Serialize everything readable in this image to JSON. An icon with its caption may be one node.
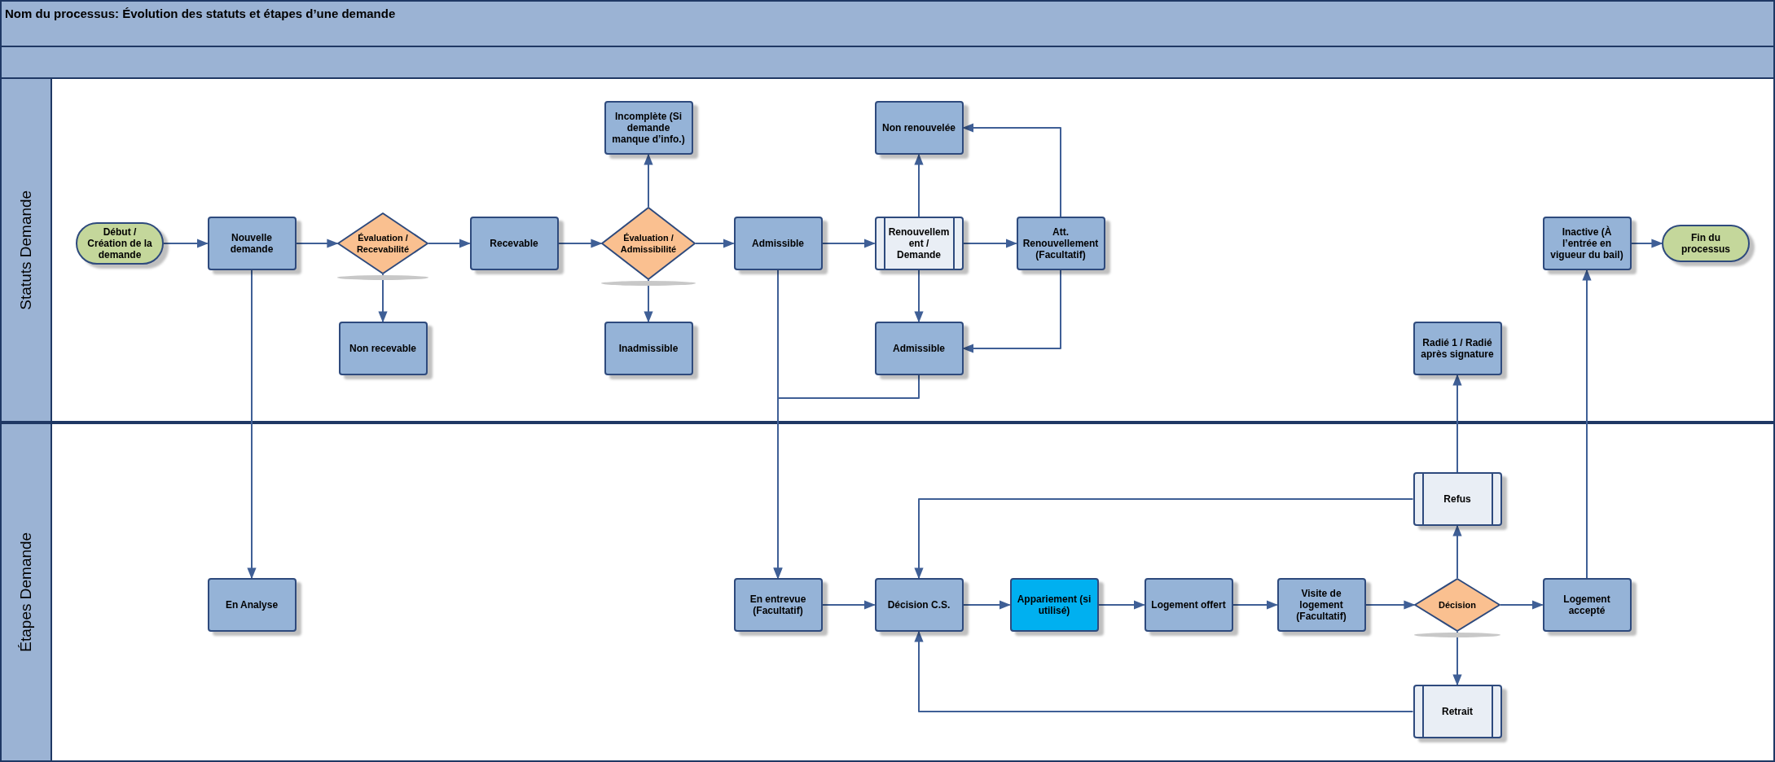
{
  "diagram": {
    "title": "Nom du processus: Évolution des statuts et étapes d’une demande",
    "nodes": [
      {
        "text": [
          "Statuts Demande"
        ]
      },
      {
        "text": [
          "Étapes Demande"
        ]
      },
      {
        "text": [
          "Début / Création de la demande"
        ],
        "in": 0
      },
      {
        "text": [
          "Nouvelle demande"
        ],
        "in": 0
      },
      {
        "text": [
          "Évaluation / Recevabilité"
        ],
        "in": 0
      },
      {
        "text": [
          "Non recevable"
        ],
        "in": 0
      },
      {
        "text": [
          "Recevable"
        ],
        "in": 0
      },
      {
        "text": [
          "Évaluation / Admissibilité"
        ],
        "in": 0
      },
      {
        "text": [
          "Incomplète (Si demande manque d’info.)"
        ],
        "in": 0
      },
      {
        "text": [
          "Inadmissible"
        ],
        "in": 0
      },
      {
        "text": [
          "Admissible"
        ],
        "in": 0
      },
      {
        "text": [
          "Renouvellement / Demande"
        ],
        "in": 0
      },
      {
        "text": [
          "Non renouvelée"
        ],
        "in": 0
      },
      {
        "text": [
          "Att. Renouvellement (Facultatif)"
        ],
        "in": 0
      },
      {
        "text": [
          "Admissible"
        ],
        "in": 0
      },
      {
        "text": [
          "Radié 1 / Radié après signature"
        ],
        "in": 0
      },
      {
        "text": [
          "Inactive (À l’entrée en vigueur du bail)"
        ],
        "in": 0
      },
      {
        "text": [
          "Fin du processus"
        ],
        "in": 0
      },
      {
        "text": [
          "En Analyse"
        ],
        "in": 1
      },
      {
        "text": [
          "En entrevue (Facultatif)"
        ],
        "in": 1
      },
      {
        "text": [
          "Décision C.S."
        ],
        "in": 1
      },
      {
        "text": [
          "Appariement (si utilisé)"
        ],
        "in": 1
      },
      {
        "text": [
          "Logement offert"
        ],
        "in": 1
      },
      {
        "text": [
          "Visite de logement (Facultatif)"
        ],
        "in": 1
      },
      {
        "text": [
          "Décision"
        ],
        "in": 1
      },
      {
        "text": [
          "Refus"
        ],
        "in": 1
      },
      {
        "text": [
          "Retrait"
        ],
        "in": 1
      },
      {
        "text": [
          "Logement accepté"
        ],
        "in": 1
      }
    ],
    "edges": [
      {
        "from": 2,
        "to": 3,
        "arrow": "to"
      },
      {
        "from": 3,
        "to": 4,
        "arrow": "to"
      },
      {
        "from": 4,
        "to": 6,
        "arrow": "to"
      },
      {
        "from": 4,
        "to": 5,
        "arrow": "to"
      },
      {
        "from": 6,
        "to": 7,
        "arrow": "to"
      },
      {
        "from": 7,
        "to": 8,
        "arrow": "to"
      },
      {
        "from": 7,
        "to": 9,
        "arrow": "to"
      },
      {
        "from": 7,
        "to": 10,
        "arrow": "to"
      },
      {
        "from": 10,
        "to": 11,
        "arrow": "to"
      },
      {
        "from": 11,
        "to": 12,
        "arrow": "to"
      },
      {
        "from": 11,
        "to": 13,
        "arrow": "to"
      },
      {
        "from": 11,
        "to": 14,
        "arrow": "to"
      },
      {
        "from": 13,
        "to": 12,
        "arrow": "to"
      },
      {
        "from": 13,
        "to": 14,
        "arrow": "to"
      },
      {
        "from": 14,
        "to": 19,
        "arrow": "to"
      },
      {
        "from": 10,
        "to": 19,
        "arrow": "to"
      },
      {
        "from": 3,
        "to": 18,
        "arrow": "to"
      },
      {
        "from": 19,
        "to": 20,
        "arrow": "to"
      },
      {
        "from": 20,
        "to": 21,
        "arrow": "to"
      },
      {
        "from": 21,
        "to": 22,
        "arrow": "to"
      },
      {
        "from": 22,
        "to": 23,
        "arrow": "to"
      },
      {
        "from": 23,
        "to": 24,
        "arrow": "to"
      },
      {
        "from": 24,
        "to": 27,
        "arrow": "to"
      },
      {
        "from": 24,
        "to": 25,
        "arrow": "to"
      },
      {
        "from": 24,
        "to": 26,
        "arrow": "to"
      },
      {
        "from": 25,
        "to": 20,
        "arrow": "to"
      },
      {
        "from": 26,
        "to": 20,
        "arrow": "to"
      },
      {
        "from": 25,
        "to": 15,
        "arrow": "to"
      },
      {
        "from": 27,
        "to": 16,
        "arrow": "to"
      },
      {
        "from": 16,
        "to": 17,
        "arrow": "to"
      }
    ]
  }
}
